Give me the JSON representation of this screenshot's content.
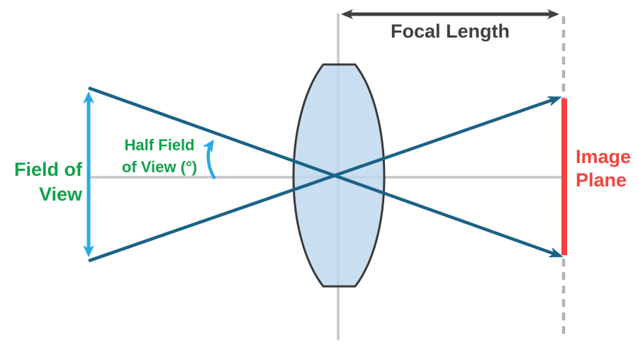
{
  "diagram": {
    "type": "lens-optics-schematic",
    "labels": {
      "focal_length": "Focal Length",
      "field_of_view": [
        "Field of",
        "View"
      ],
      "half_field_of_view": [
        "Half Field",
        "of View (°)"
      ],
      "image_plane": [
        "Image",
        "Plane"
      ]
    },
    "colors": {
      "background": "#FFFFFF",
      "ray_blue": "#1B6287",
      "arrow_cyan": "#29A9E4",
      "label_green": "#0FA24C",
      "label_dark": "#3F3F3F",
      "image_plane_red": "#F2443C",
      "axis_gray": "#C6C6C6",
      "dash_gray": "#B3B3B3",
      "lens_fill": "#BDD7EE",
      "lens_stroke": "#3A3A3A"
    }
  }
}
